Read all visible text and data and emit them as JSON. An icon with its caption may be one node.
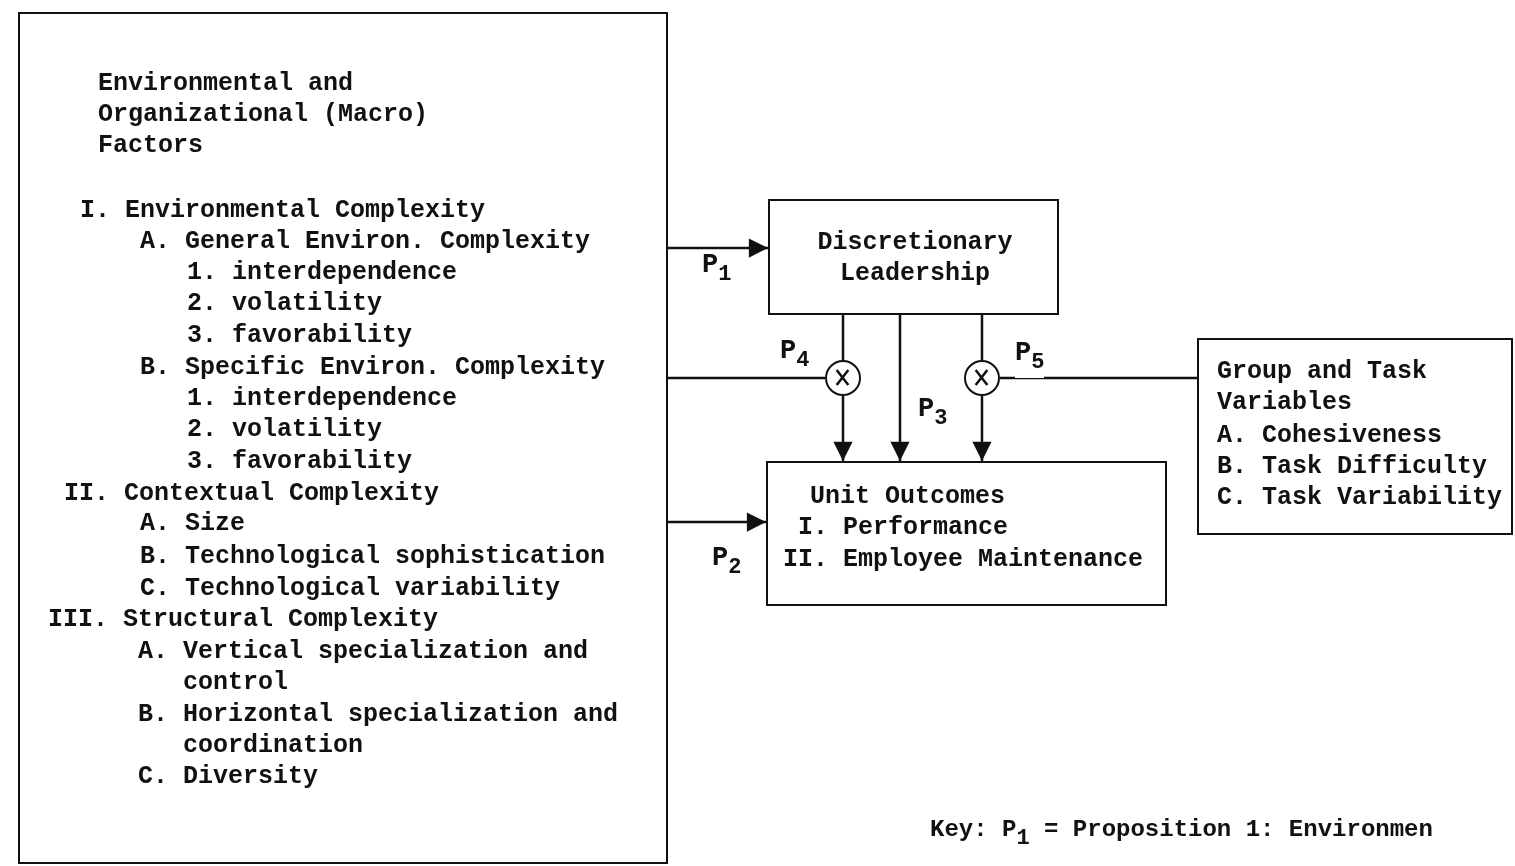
{
  "diagram": {
    "nodes": [
      {
        "text": [
          "Environmental and Organizational (Macro) Factors",
          "I. Environmental Complexity",
          "A. General Environ. Complexity",
          "1. interdependence",
          "2. volatility",
          "3. favorability",
          "B. Specific Environ. Complexity",
          "1. interdependence",
          "2. volatility",
          "3. favorability",
          "II. Contextual Complexity",
          "A. Size",
          "B. Technological sophistication",
          "C. Technological variability",
          "III. Structural Complexity",
          "A. Vertical specialization and control",
          "B. Horizontal specialization and coordination",
          "C. Diversity"
        ]
      },
      {
        "text": [
          "Discretionary Leadership"
        ]
      },
      {
        "text": [],
        "shape": "circle",
        "beside": [
          "P$_{4}$"
        ]
      },
      {
        "text": [],
        "shape": "circle",
        "beside": [
          "P$_{5}$"
        ]
      },
      {
        "text": [
          "Unit Outcomes",
          "I. Performance",
          "II. Employee Maintenance"
        ]
      },
      {
        "text": [
          "Group and Task Variables",
          "A. Cohesiveness",
          "B. Task Difficulty",
          "C. Task Variability"
        ]
      }
    ],
    "edges": [
      {
        "from": 0,
        "to": 1,
        "arrow": "to",
        "label": "P$_{1}$"
      },
      {
        "from": 0,
        "to": 2,
        "arrow": "none"
      },
      {
        "from": 1,
        "to": 2,
        "arrow": "none"
      },
      {
        "from": 2,
        "to": 4,
        "arrow": "to"
      },
      {
        "from": 1,
        "to": 4,
        "arrow": "to",
        "label": "P$_{3}$"
      },
      {
        "from": 1,
        "to": 3,
        "arrow": "none"
      },
      {
        "from": 3,
        "to": 4,
        "arrow": "to"
      },
      {
        "from": 5,
        "to": 3,
        "arrow": "none"
      },
      {
        "from": 0,
        "to": 4,
        "arrow": "to",
        "label": "P$_{2}$"
      }
    ],
    "labels": [
      "Key: P$_{1}$ = Proposition 1: Environmen"
    ]
  }
}
